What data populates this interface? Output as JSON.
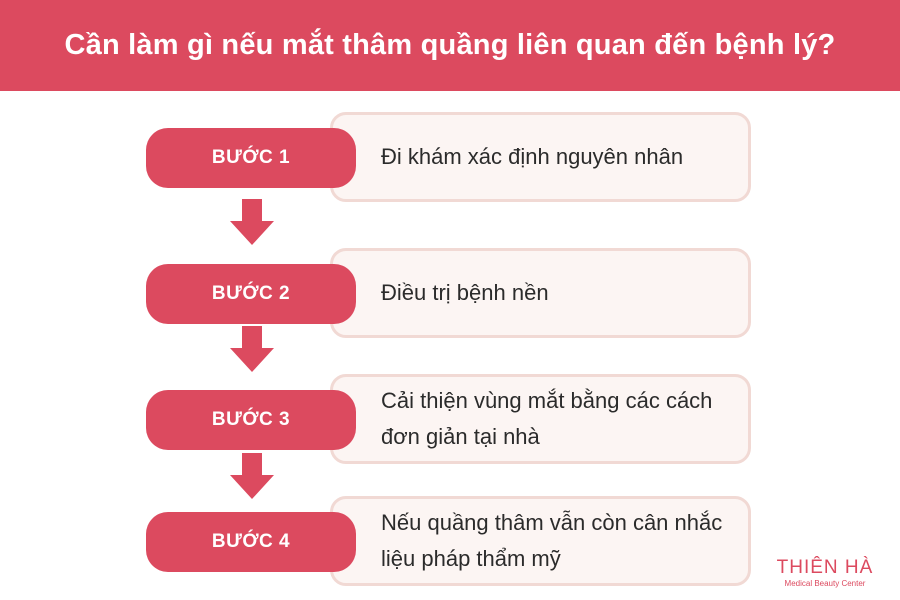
{
  "title": "Cần làm gì nếu mắt thâm quầng liên quan đến bệnh lý?",
  "steps": [
    {
      "label": "BƯỚC 1",
      "text": "Đi khám xác định nguyên nhân"
    },
    {
      "label": "BƯỚC 2",
      "text": "Điều trị bệnh nền"
    },
    {
      "label": "BƯỚC 3",
      "text": "Cải thiện vùng mắt bằng các cách đơn giản tại nhà"
    },
    {
      "label": "BƯỚC 4",
      "text": "Nếu quầng thâm vẫn còn cân nhắc liệu pháp thẩm mỹ"
    }
  ],
  "logo": {
    "name": "THIÊN HÀ",
    "tagline": "Medical Beauty Center"
  },
  "colors": {
    "accent": "#dc4a5f",
    "box_fill": "#fcf5f3",
    "box_border": "#f1d9d4",
    "text": "#2b2b2b"
  },
  "icons": [
    "arrow-down-icon"
  ]
}
